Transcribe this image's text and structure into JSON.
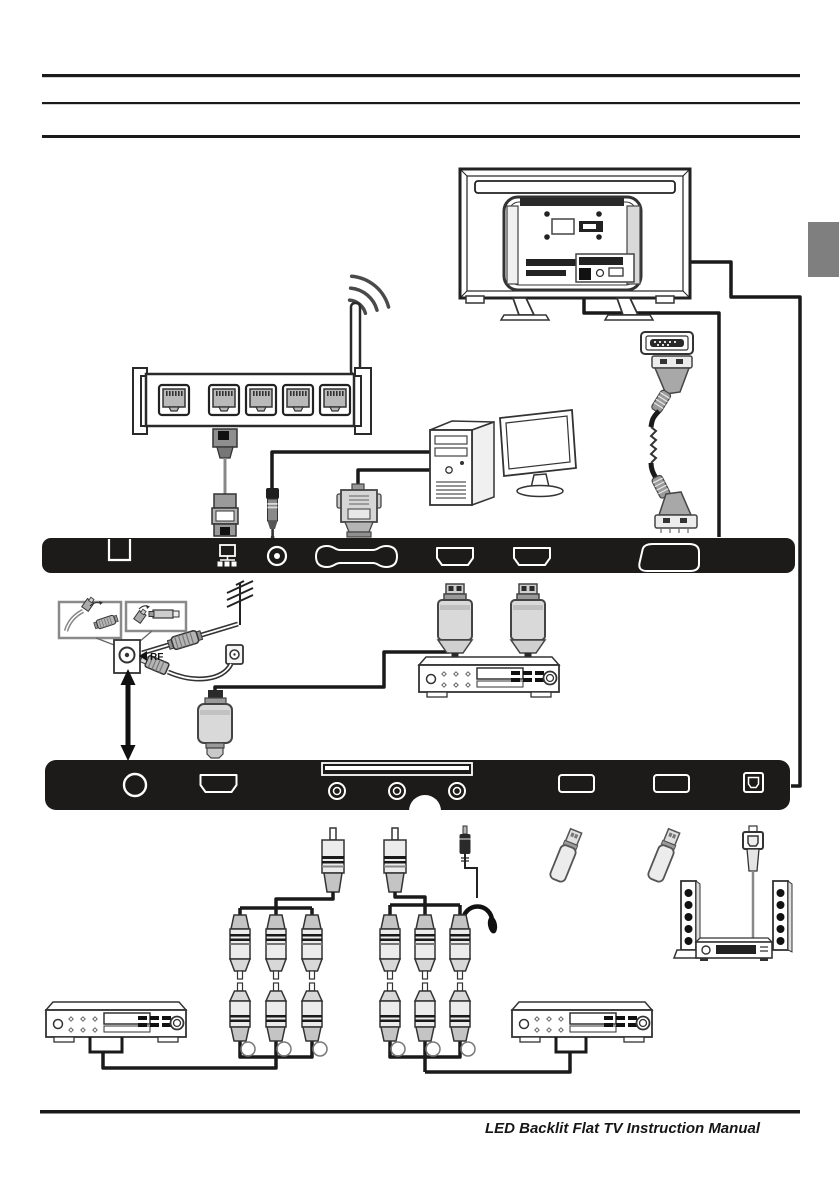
{
  "page": {
    "footer_text": "LED Backlit Flat TV Instruction Manual"
  },
  "labels": {
    "rf": "RF"
  },
  "colors": {
    "panel_black": "#1d1b1a",
    "tab_gray": "#7f7f7f",
    "cable_black": "#1a1a1a"
  },
  "panels": {
    "side_panel_ports": [
      "card-slot-notch",
      "lan-ethernet",
      "pc-audio-in",
      "vga",
      "hdmi-1",
      "hdmi-2",
      "scart"
    ],
    "bottom_panel_ports": [
      "antenna-rf-in",
      "hdmi-3",
      "av-label-bar",
      "video-rca",
      "audio-l-rca",
      "audio-r-rca",
      "usb-1",
      "usb-2",
      "optical-digital-audio-out"
    ]
  },
  "devices": [
    "tv-rear-view",
    "wireless-router",
    "ethernet-cable",
    "pc-audio-cable",
    "vga-cable",
    "desktop-computer",
    "scart-cable",
    "aerial-antenna",
    "coax-adapter-insets",
    "rf-wall-socket",
    "hdmi-dongle",
    "hdmi-cable-1",
    "hdmi-cable-2",
    "dvd-player-middle",
    "rca-plug-1",
    "rca-plug-2",
    "headphones",
    "usb-flash-drive-1",
    "usb-flash-drive-2",
    "optical-cable",
    "home-theater-speakers",
    "component-rca-harness-left",
    "component-rca-harness-right",
    "dvd-player-bottom-left",
    "dvd-player-bottom-right"
  ]
}
